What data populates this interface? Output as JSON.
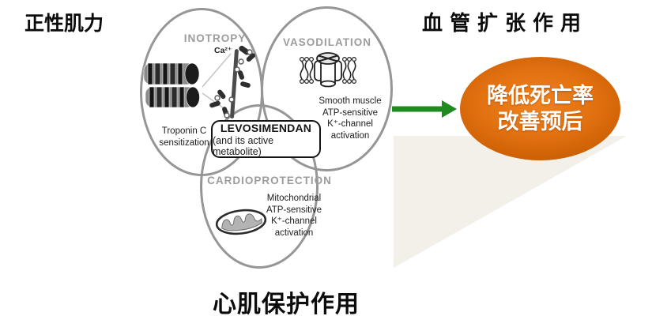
{
  "headings": {
    "top_left": "正性肌力",
    "top_right": "血管扩张作用",
    "bottom": "心肌保护作用"
  },
  "venn": {
    "inotropy": {
      "label": "INOTROPY",
      "ca": "Ca²⁺",
      "note": [
        "Troponin C",
        "sensitization"
      ]
    },
    "vasodilation": {
      "label": "VASODILATION",
      "note": [
        "Smooth muscle",
        "ATP-sensitive",
        "K⁺-channel",
        "activation"
      ]
    },
    "cardioprotection": {
      "label": "CARDIOPROTECTION",
      "note": [
        "Mitochondrial",
        "ATP-sensitive",
        "K⁺-channel",
        "activation"
      ]
    },
    "center_box": {
      "title": "LEVOSIMENDAN",
      "subtitle": "(and its active metabolite)"
    }
  },
  "outcome": {
    "line1": "降低死亡率",
    "line2": "改善预后"
  },
  "colors": {
    "circle_stroke": "#969696",
    "section_label_gray": "#9c9c9c",
    "arrow_green": "#1f8b1f",
    "bubble_orange": "#e27110",
    "triangle_beige": "#f2f0e9",
    "heading_black": "#0c0c0c"
  }
}
